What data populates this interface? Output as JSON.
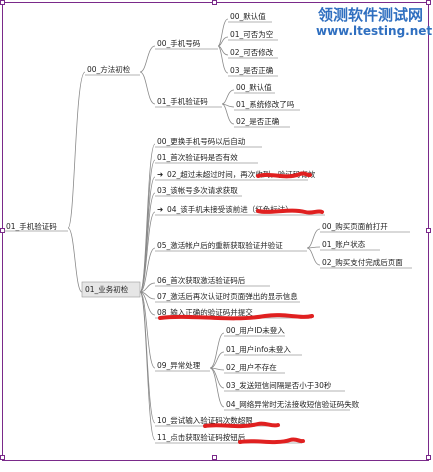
{
  "watermark": {
    "title": "领测软件测试网",
    "url": "www.ltesting.net"
  },
  "root": "01_手机验证码",
  "groups": [
    {
      "label": "00_方法初检"
    },
    {
      "label": "01_业务初检"
    }
  ],
  "g1": {
    "a": {
      "label": "00_手机号码",
      "children": [
        "00_默认值",
        "01_可否为空",
        "02_可否修改",
        "03_是否正确"
      ]
    },
    "b": {
      "label": "01_手机验证码",
      "children": [
        "00_默认值",
        "01_系统修改了吗",
        "02_是否正确"
      ]
    }
  },
  "g2": {
    "items": [
      "00_更换手机号码以后自动",
      "01_首次验证码是否有效",
      "02_超过未超过时间，再次收到，验证码有效",
      "03_该帐号多次请求获取",
      "04_该手机未接受该前进（红色标注）",
      "05_激活帐户后的重新获取验证并验证",
      "06_首次获取激活验证码后",
      "07_激活后再次认证时页面弹出的显示信息",
      "08_输入正确的验证码并提交"
    ],
    "sub05": [
      "00_购买页面前打开",
      "01_账户状态",
      "02_购买支付完成后页面"
    ],
    "exc": {
      "label": "09_异常处理",
      "children": [
        "00_用户ID未登入",
        "01_用户info未登入",
        "02_用户不存在",
        "03_发送短信间隔是否小于30秒",
        "04_网络异常时无法接收短信验证码失败"
      ]
    },
    "tail": [
      "10_尝试输入验证码次数超限",
      "11_点击获取验证码按钮后"
    ]
  }
}
